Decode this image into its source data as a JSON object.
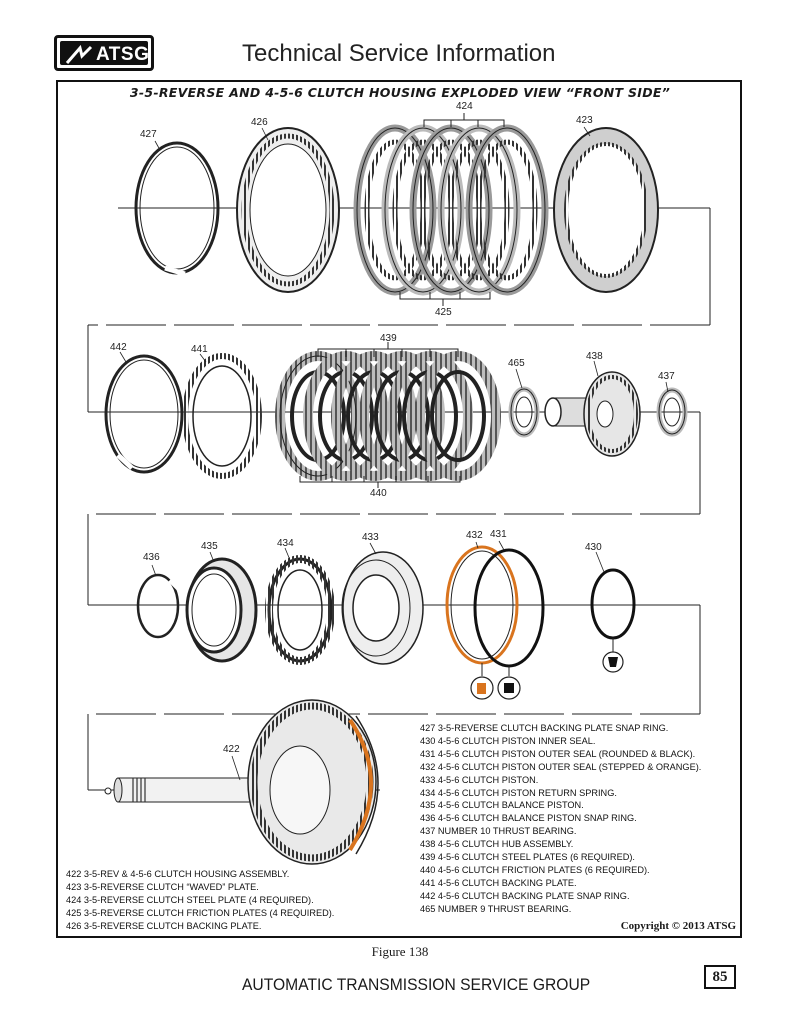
{
  "header": {
    "logo_text": "ATSG",
    "title": "Technical Service Information"
  },
  "diagram": {
    "title": "3-5-REVERSE AND 4-5-6 CLUTCH HOUSING EXPLODED VIEW “FRONT SIDE”",
    "callouts": {
      "c424": "424",
      "c426": "426",
      "c427": "427",
      "c423": "423",
      "c425": "425",
      "c439": "439",
      "c442": "442",
      "c441": "441",
      "c465": "465",
      "c438": "438",
      "c437": "437",
      "c440": "440",
      "c432": "432",
      "c431": "431",
      "c433": "433",
      "c434": "434",
      "c435": "435",
      "c436": "436",
      "c430": "430",
      "c422": "422"
    }
  },
  "legend_right": [
    "427  3-5-REVERSE CLUTCH BACKING PLATE SNAP RING.",
    "430  4-5-6 CLUTCH PISTON INNER SEAL.",
    "431  4-5-6 CLUTCH PISTON OUTER SEAL  (ROUNDED & BLACK).",
    "432  4-5-6 CLUTCH PISTON OUTER SEAL  (STEPPED & ORANGE).",
    "433  4-5-6 CLUTCH PISTON.",
    "434  4-5-6 CLUTCH PISTON RETURN SPRING.",
    "435  4-5-6 CLUTCH BALANCE PISTON.",
    "436  4-5-6 CLUTCH BALANCE PISTON SNAP RING.",
    "437  NUMBER 10 THRUST BEARING.",
    "438  4-5-6 CLUTCH HUB ASSEMBLY.",
    "439  4-5-6 CLUTCH STEEL PLATES  (6 REQUIRED).",
    "440  4-5-6 CLUTCH FRICTION PLATES  (6 REQUIRED).",
    "441  4-5-6 CLUTCH BACKING PLATE.",
    "442  4-5-6 CLUTCH BACKING PLATE SNAP RING.",
    "465  NUMBER 9 THRUST BEARING."
  ],
  "legend_left": [
    "422  3-5-REV & 4-5-6 CLUTCH HOUSING ASSEMBLY.",
    "423  3-5-REVERSE CLUTCH “WAVED” PLATE.",
    "424  3-5-REVERSE CLUTCH STEEL PLATE (4 REQUIRED).",
    "425  3-5-REVERSE CLUTCH FRICTION PLATES  (4 REQUIRED).",
    "426  3-5-REVERSE CLUTCH BACKING PLATE."
  ],
  "copyright": "Copyright © 2013 ATSG",
  "figure_caption": "Figure 138",
  "footer": "AUTOMATIC TRANSMISSION SERVICE GROUP",
  "page_number": "85",
  "colors": {
    "orange_seal": "#d9741e",
    "ink": "#1a1a1a",
    "shade": "#9a9a9a"
  }
}
